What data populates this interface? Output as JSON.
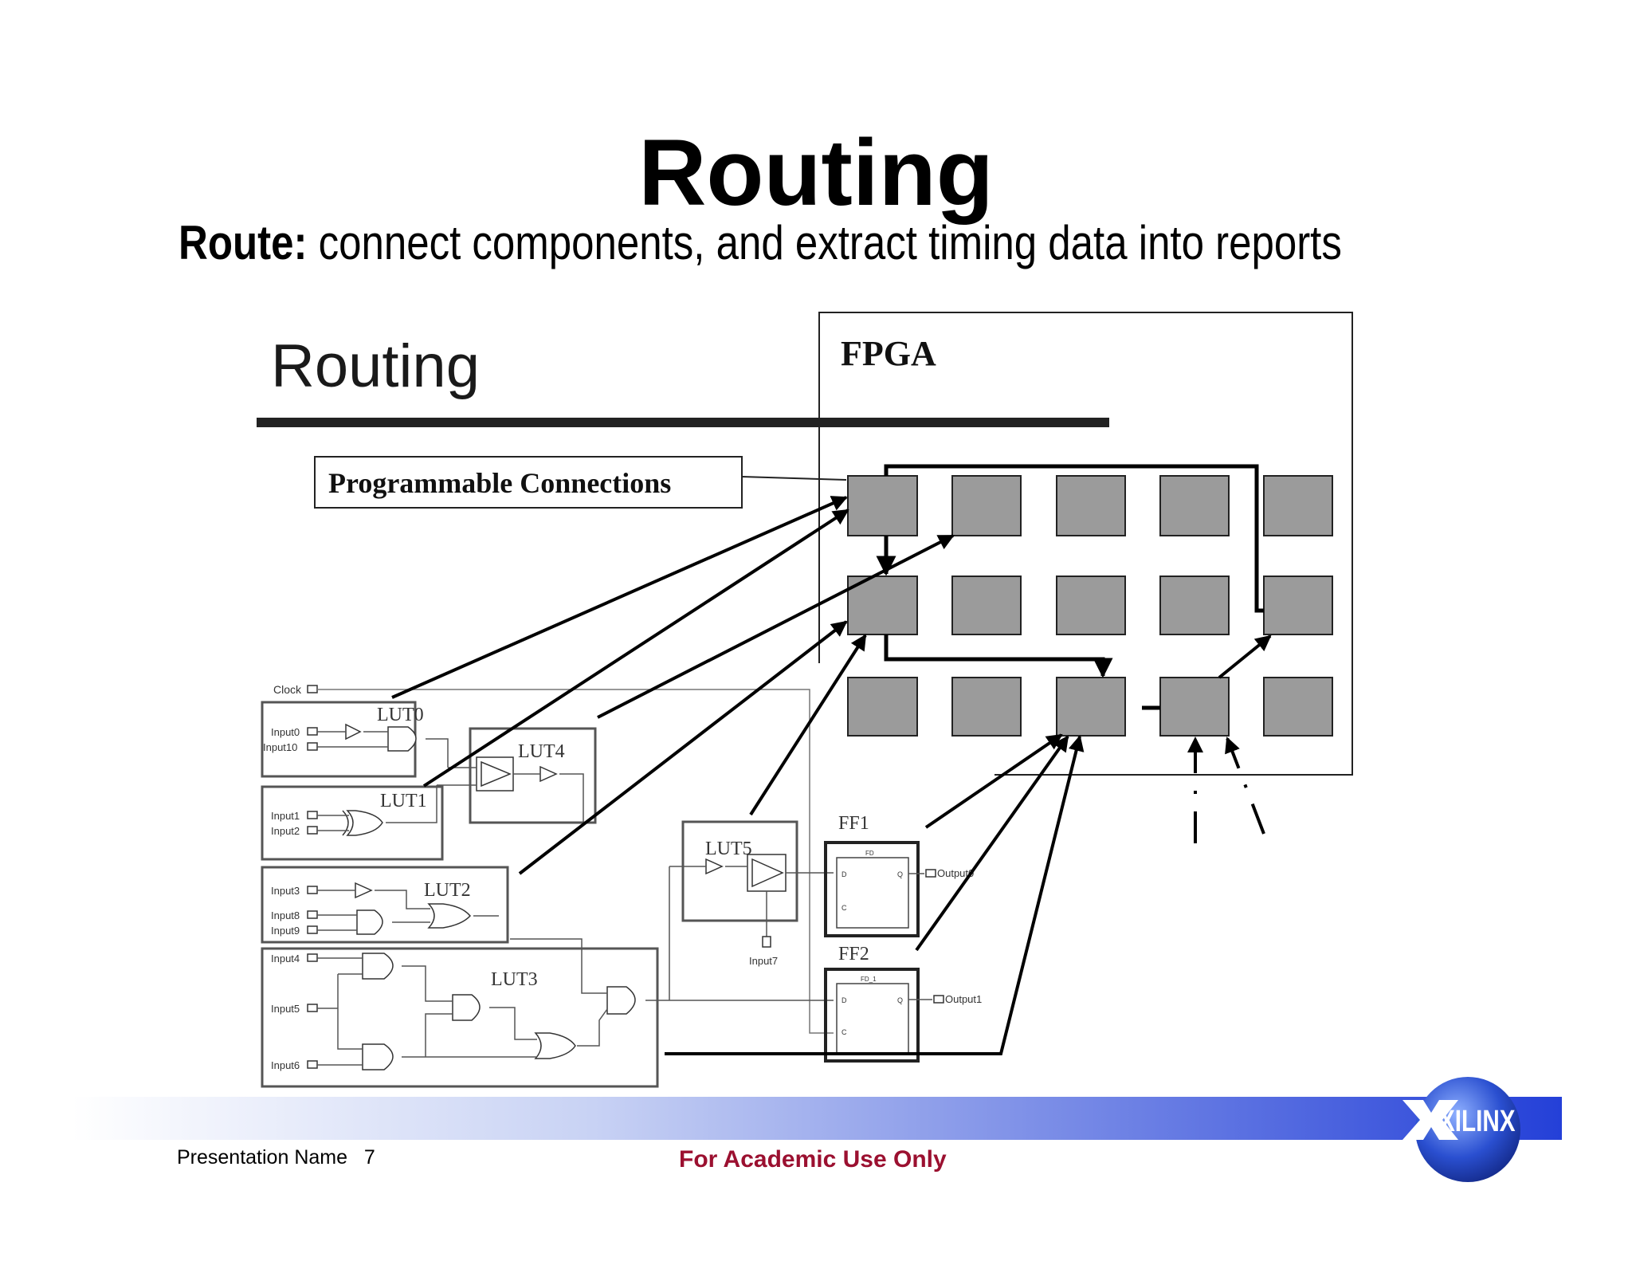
{
  "slide": {
    "title": "Routing",
    "subtitle_bold": "Route:",
    "subtitle_rest": " connect components, and extract timing data into reports"
  },
  "diagram": {
    "heading": "Routing",
    "fpga_label": "FPGA",
    "prog_connections_label": "Programmable Connections",
    "lut_labels": [
      "LUT0",
      "LUT1",
      "LUT2",
      "LUT3",
      "LUT4",
      "LUT5"
    ],
    "ff_labels": [
      "FF1",
      "FF2"
    ],
    "ff_inner_labels": [
      "FD",
      "FD_1"
    ],
    "pin_labels": [
      "D",
      "Q",
      "C"
    ],
    "inputs": {
      "clock": "Clock",
      "input0": "Input0",
      "input10": "Input10",
      "input1": "Input1",
      "input2": "Input2",
      "input3": "Input3",
      "input8": "Input8",
      "input9": "Input9",
      "input4": "Input4",
      "input5": "Input5",
      "input6": "Input6",
      "input7": "Input7"
    },
    "outputs": [
      "Output0",
      "Output1"
    ],
    "clb_grid": {
      "rows": 3,
      "cols": 5
    }
  },
  "footer": {
    "presentation_name": "Presentation Name",
    "page_number": "7",
    "notice": "For Academic Use Only",
    "logo_text": "XILINX"
  },
  "colors": {
    "clb_fill": "#9b9b9b",
    "notice": "#9b1030",
    "band_start": "#ffffff",
    "band_end": "#2440d8",
    "logo_globe": "#2a4fd0"
  }
}
